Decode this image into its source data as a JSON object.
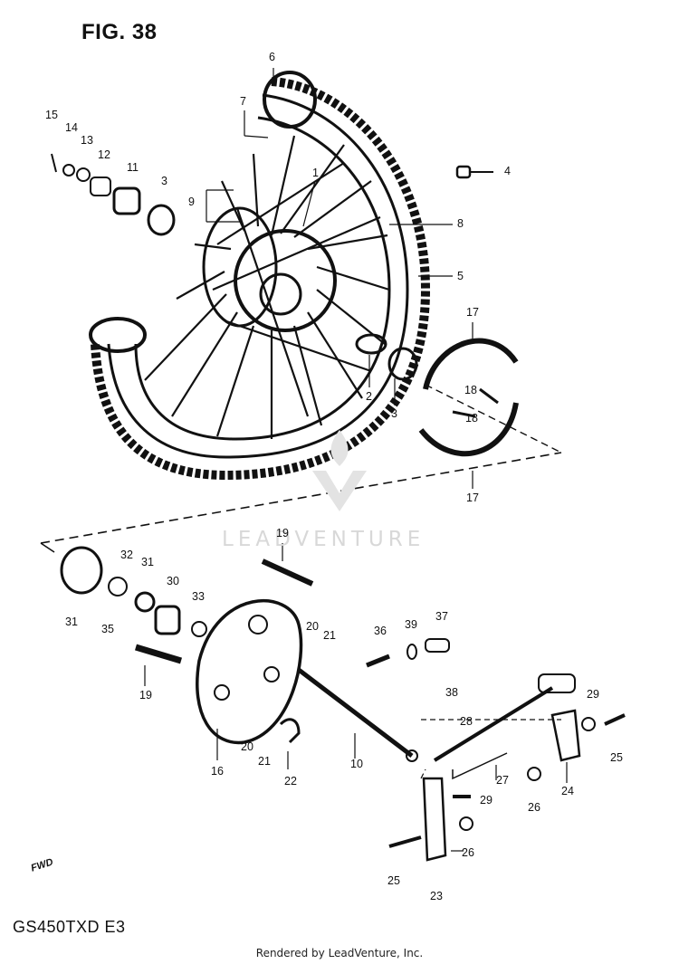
{
  "figure": {
    "title": "FIG. 38",
    "model_code": "GS450TXD  E3"
  },
  "footer": "Rendered by LeadVenture, Inc.",
  "watermark": "LEADVENTURE",
  "forward_marker": "FWD",
  "callouts": [
    {
      "id": "c15",
      "text": "15"
    },
    {
      "id": "c14",
      "text": "14"
    },
    {
      "id": "c13",
      "text": "13"
    },
    {
      "id": "c12",
      "text": "12"
    },
    {
      "id": "c11",
      "text": "11"
    },
    {
      "id": "c3a",
      "text": "3"
    },
    {
      "id": "c9",
      "text": "9"
    },
    {
      "id": "c6",
      "text": "6"
    },
    {
      "id": "c7",
      "text": "7"
    },
    {
      "id": "c1",
      "text": "1"
    },
    {
      "id": "c4",
      "text": "4"
    },
    {
      "id": "c8",
      "text": "8"
    },
    {
      "id": "c5",
      "text": "5"
    },
    {
      "id": "c17a",
      "text": "17"
    },
    {
      "id": "c18a",
      "text": "18"
    },
    {
      "id": "c18b",
      "text": "18"
    },
    {
      "id": "c2",
      "text": "2"
    },
    {
      "id": "c3b",
      "text": "3"
    },
    {
      "id": "c17b",
      "text": "17"
    },
    {
      "id": "c19a",
      "text": "19"
    },
    {
      "id": "c32",
      "text": "32"
    },
    {
      "id": "c31a",
      "text": "31"
    },
    {
      "id": "c30",
      "text": "30"
    },
    {
      "id": "c33",
      "text": "33"
    },
    {
      "id": "c31b",
      "text": "31"
    },
    {
      "id": "c35",
      "text": "35"
    },
    {
      "id": "c19b",
      "text": "19"
    },
    {
      "id": "c20a",
      "text": "20"
    },
    {
      "id": "c21a",
      "text": "21"
    },
    {
      "id": "c36",
      "text": "36"
    },
    {
      "id": "c39",
      "text": "39"
    },
    {
      "id": "c37",
      "text": "37"
    },
    {
      "id": "c38",
      "text": "38"
    },
    {
      "id": "c16",
      "text": "16"
    },
    {
      "id": "c20b",
      "text": "20"
    },
    {
      "id": "c21b",
      "text": "21"
    },
    {
      "id": "c22",
      "text": "22"
    },
    {
      "id": "c10",
      "text": "10"
    },
    {
      "id": "c28",
      "text": "28"
    },
    {
      "id": "c29a",
      "text": "29"
    },
    {
      "id": "c25a",
      "text": "25"
    },
    {
      "id": "c27",
      "text": "27"
    },
    {
      "id": "c24",
      "text": "24"
    },
    {
      "id": "c26a",
      "text": "26"
    },
    {
      "id": "c29b",
      "text": "29"
    },
    {
      "id": "c26b",
      "text": "26"
    },
    {
      "id": "c25b",
      "text": "25"
    },
    {
      "id": "c23",
      "text": "23"
    }
  ]
}
